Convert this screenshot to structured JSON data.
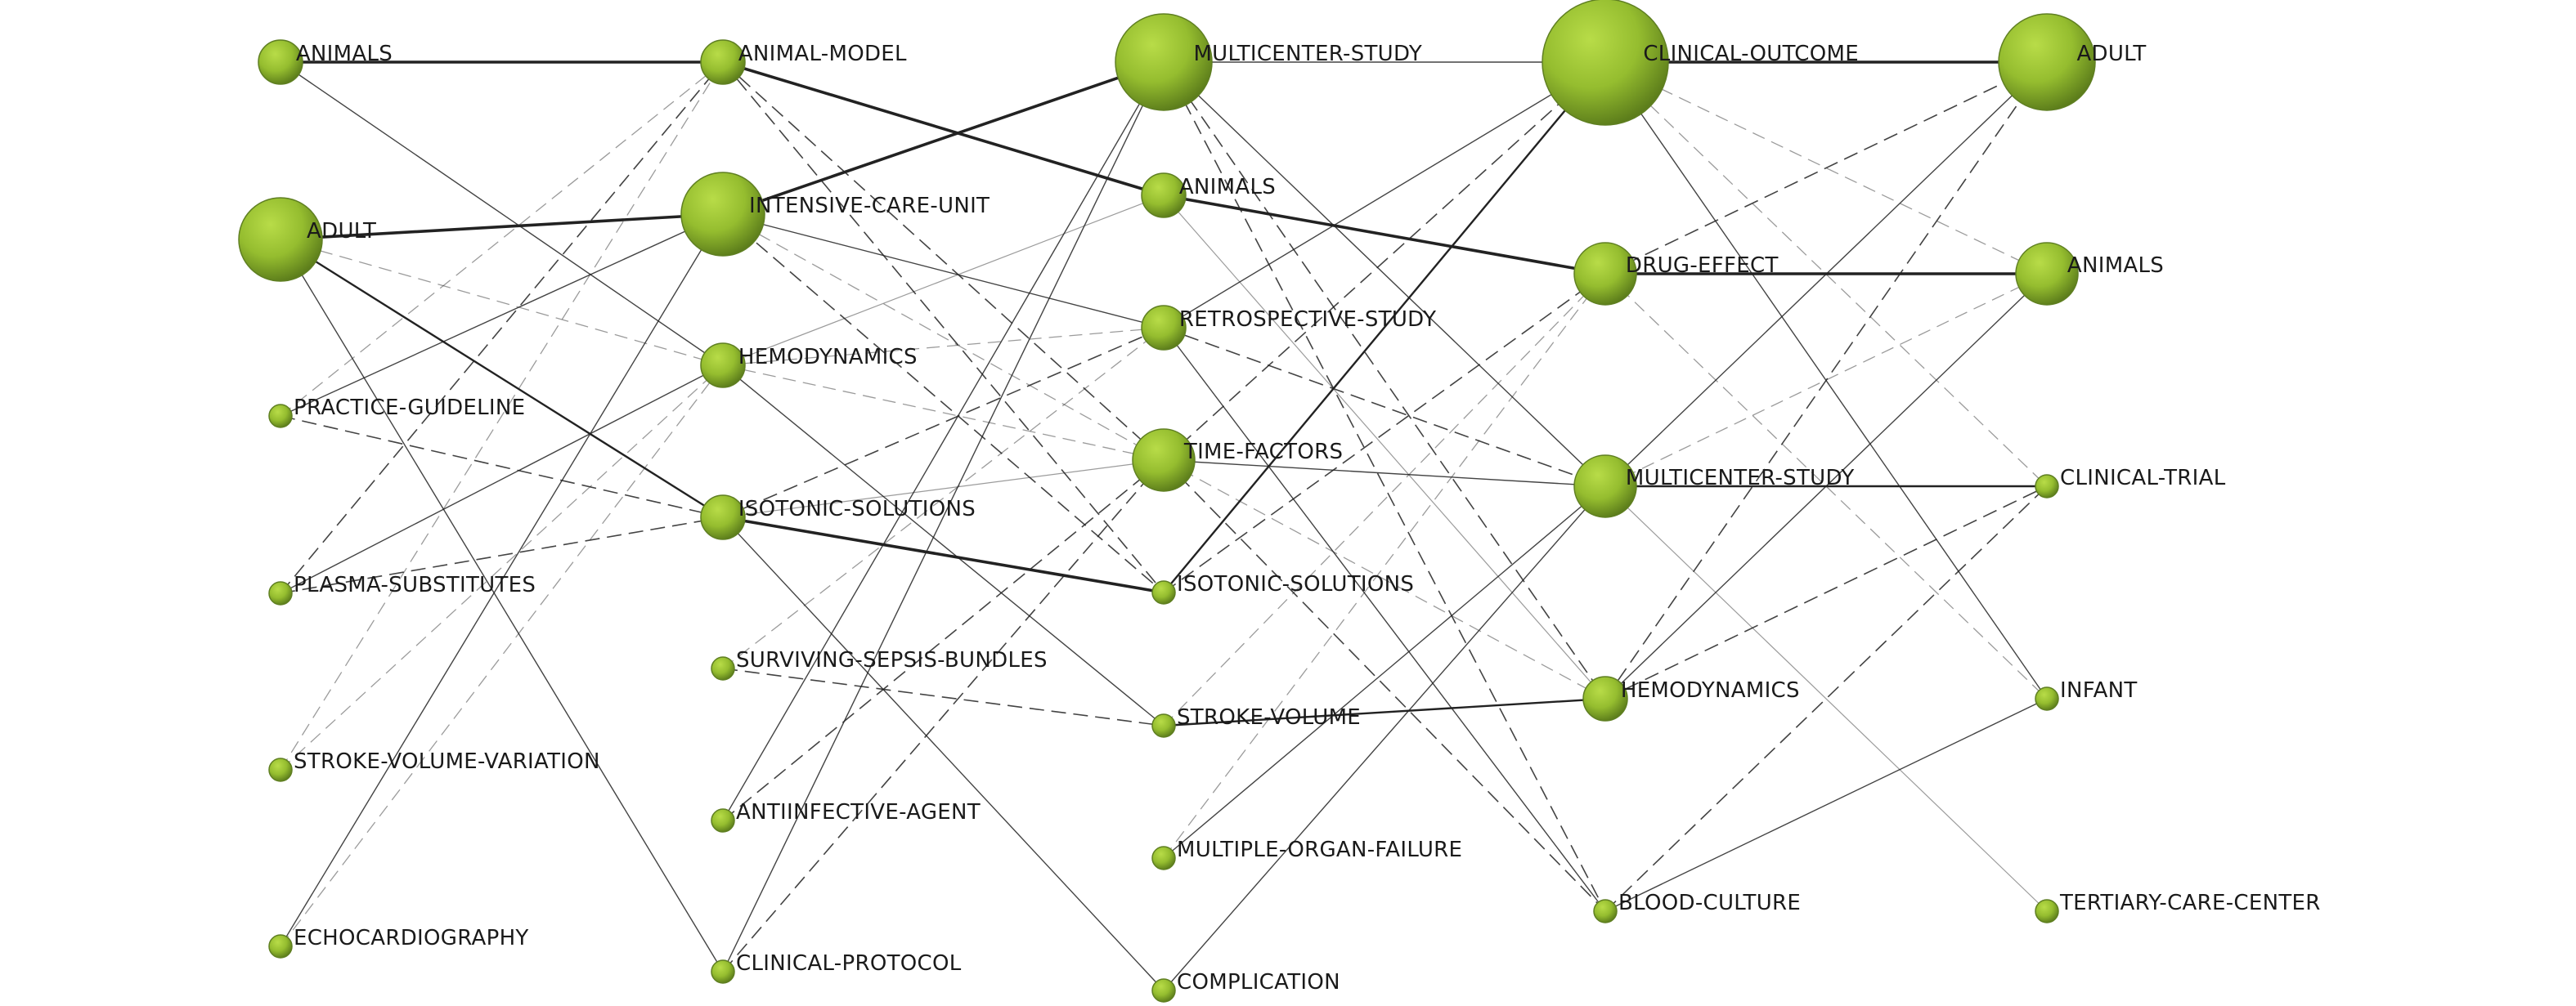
{
  "diagram": {
    "columns": [
      {
        "id": "c1",
        "nodes": [
          {
            "id": "c1-animals",
            "label": "ANIMALS",
            "size": "m"
          },
          {
            "id": "c1-adult",
            "label": "ADULT",
            "size": "l"
          },
          {
            "id": "c1-practice-guideline",
            "label": "PRACTICE-GUIDELINE",
            "size": "s"
          },
          {
            "id": "c1-plasma-substitutes",
            "label": "PLASMA-SUBSTITUTES",
            "size": "s"
          },
          {
            "id": "c1-stroke-volume-variation",
            "label": "STROKE-VOLUME-VARIATION",
            "size": "s"
          },
          {
            "id": "c1-echocardiography",
            "label": "ECHOCARDIOGRAPHY",
            "size": "s"
          }
        ]
      },
      {
        "id": "c2",
        "nodes": [
          {
            "id": "c2-animal-model",
            "label": "ANIMAL-MODEL",
            "size": "m"
          },
          {
            "id": "c2-intensive-care-unit",
            "label": "INTENSIVE-CARE-UNIT",
            "size": "l"
          },
          {
            "id": "c2-hemodynamics",
            "label": "HEMODYNAMICS",
            "size": "m"
          },
          {
            "id": "c2-isotonic-solutions",
            "label": "ISOTONIC-SOLUTIONS",
            "size": "m"
          },
          {
            "id": "c2-surviving-sepsis-bundles",
            "label": "SURVIVING-SEPSIS-BUNDLES",
            "size": "s"
          },
          {
            "id": "c2-antiinfective-agent",
            "label": "ANTIINFECTIVE-AGENT",
            "size": "s"
          },
          {
            "id": "c2-clinical-protocol",
            "label": "CLINICAL-PROTOCOL",
            "size": "s"
          }
        ]
      },
      {
        "id": "c3",
        "nodes": [
          {
            "id": "c3-multicenter-study",
            "label": "MULTICENTER-STUDY",
            "size": "xl"
          },
          {
            "id": "c3-animals",
            "label": "ANIMALS",
            "size": "m"
          },
          {
            "id": "c3-retrospective-study",
            "label": "RETROSPECTIVE-STUDY",
            "size": "m"
          },
          {
            "id": "c3-time-factors",
            "label": "TIME-FACTORS",
            "size": "ml"
          },
          {
            "id": "c3-isotonic-solutions",
            "label": "ISOTONIC-SOLUTIONS",
            "size": "s"
          },
          {
            "id": "c3-stroke-volume",
            "label": "STROKE-VOLUME",
            "size": "s"
          },
          {
            "id": "c3-multiple-organ-failure",
            "label": "MULTIPLE-ORGAN-FAILURE",
            "size": "s"
          },
          {
            "id": "c3-complication",
            "label": "COMPLICATION",
            "size": "s"
          }
        ]
      },
      {
        "id": "c4",
        "nodes": [
          {
            "id": "c4-clinical-outcome",
            "label": "CLINICAL-OUTCOME",
            "size": "xxl"
          },
          {
            "id": "c4-drug-effect",
            "label": "DRUG-EFFECT",
            "size": "ml"
          },
          {
            "id": "c4-multicenter-study",
            "label": "MULTICENTER-STUDY",
            "size": "ml"
          },
          {
            "id": "c4-hemodynamics",
            "label": "HEMODYNAMICS",
            "size": "m"
          },
          {
            "id": "c4-blood-culture",
            "label": "BLOOD-CULTURE",
            "size": "s"
          }
        ]
      },
      {
        "id": "c5",
        "nodes": [
          {
            "id": "c5-adult",
            "label": "ADULT",
            "size": "xl"
          },
          {
            "id": "c5-animals",
            "label": "ANIMALS",
            "size": "ml"
          },
          {
            "id": "c5-clinical-trial",
            "label": "CLINICAL-TRIAL",
            "size": "s"
          },
          {
            "id": "c5-infant",
            "label": "INFANT",
            "size": "s"
          },
          {
            "id": "c5-tertiary-care-center",
            "label": "TERTIARY-CARE-CENTER",
            "size": "s"
          }
        ]
      }
    ],
    "edges": [
      {
        "from": "c1-animals",
        "to": "c2-animal-model",
        "weight": "bold"
      },
      {
        "from": "c1-animals",
        "to": "c2-hemodynamics",
        "weight": "thin"
      },
      {
        "from": "c1-adult",
        "to": "c2-intensive-care-unit",
        "weight": "bold"
      },
      {
        "from": "c1-adult",
        "to": "c2-isotonic-solutions",
        "weight": "medium"
      },
      {
        "from": "c1-adult",
        "to": "c2-hemodynamics",
        "weight": "dash-light"
      },
      {
        "from": "c1-adult",
        "to": "c2-clinical-protocol",
        "weight": "thin"
      },
      {
        "from": "c1-practice-guideline",
        "to": "c2-intensive-care-unit",
        "weight": "thin"
      },
      {
        "from": "c1-practice-guideline",
        "to": "c2-isotonic-solutions",
        "weight": "dash"
      },
      {
        "from": "c1-practice-guideline",
        "to": "c2-animal-model",
        "weight": "dash-light"
      },
      {
        "from": "c1-plasma-substitutes",
        "to": "c2-hemodynamics",
        "weight": "thin"
      },
      {
        "from": "c1-plasma-substitutes",
        "to": "c2-isotonic-solutions",
        "weight": "dash"
      },
      {
        "from": "c1-plasma-substitutes",
        "to": "c2-animal-model",
        "weight": "dash"
      },
      {
        "from": "c1-stroke-volume-variation",
        "to": "c2-hemodynamics",
        "weight": "dash-light"
      },
      {
        "from": "c1-stroke-volume-variation",
        "to": "c2-animal-model",
        "weight": "dash-light"
      },
      {
        "from": "c1-echocardiography",
        "to": "c2-intensive-care-unit",
        "weight": "thin"
      },
      {
        "from": "c1-echocardiography",
        "to": "c2-hemodynamics",
        "weight": "dash-light"
      },
      {
        "from": "c2-animal-model",
        "to": "c3-animals",
        "weight": "bold"
      },
      {
        "from": "c2-animal-model",
        "to": "c3-time-factors",
        "weight": "dash"
      },
      {
        "from": "c2-animal-model",
        "to": "c3-isotonic-solutions",
        "weight": "dash"
      },
      {
        "from": "c2-intensive-care-unit",
        "to": "c3-multicenter-study",
        "weight": "bold"
      },
      {
        "from": "c2-intensive-care-unit",
        "to": "c3-retrospective-study",
        "weight": "thin"
      },
      {
        "from": "c2-intensive-care-unit",
        "to": "c3-isotonic-solutions",
        "weight": "dash"
      },
      {
        "from": "c2-intensive-care-unit",
        "to": "c3-time-factors",
        "weight": "dash-light"
      },
      {
        "from": "c2-hemodynamics",
        "to": "c3-animals",
        "weight": "thin-light"
      },
      {
        "from": "c2-hemodynamics",
        "to": "c3-stroke-volume",
        "weight": "thin"
      },
      {
        "from": "c2-hemodynamics",
        "to": "c3-time-factors",
        "weight": "dash-light"
      },
      {
        "from": "c2-hemodynamics",
        "to": "c3-retrospective-study",
        "weight": "dash-light"
      },
      {
        "from": "c2-isotonic-solutions",
        "to": "c3-isotonic-solutions",
        "weight": "bold"
      },
      {
        "from": "c2-isotonic-solutions",
        "to": "c3-complication",
        "weight": "thin"
      },
      {
        "from": "c2-isotonic-solutions",
        "to": "c3-retrospective-study",
        "weight": "dash"
      },
      {
        "from": "c2-isotonic-solutions",
        "to": "c3-time-factors",
        "weight": "thin-light"
      },
      {
        "from": "c2-surviving-sepsis-bundles",
        "to": "c3-stroke-volume",
        "weight": "dash"
      },
      {
        "from": "c2-surviving-sepsis-bundles",
        "to": "c3-retrospective-study",
        "weight": "dash-light"
      },
      {
        "from": "c2-antiinfective-agent",
        "to": "c3-multicenter-study",
        "weight": "thin"
      },
      {
        "from": "c2-antiinfective-agent",
        "to": "c3-time-factors",
        "weight": "dash"
      },
      {
        "from": "c2-clinical-protocol",
        "to": "c3-multicenter-study",
        "weight": "thin"
      },
      {
        "from": "c2-clinical-protocol",
        "to": "c3-time-factors",
        "weight": "dash"
      },
      {
        "from": "c3-multicenter-study",
        "to": "c4-clinical-outcome",
        "weight": "thin"
      },
      {
        "from": "c3-multicenter-study",
        "to": "c4-hemodynamics",
        "weight": "dash"
      },
      {
        "from": "c3-multicenter-study",
        "to": "c4-multicenter-study",
        "weight": "thin"
      },
      {
        "from": "c3-multicenter-study",
        "to": "c4-blood-culture",
        "weight": "dash"
      },
      {
        "from": "c3-animals",
        "to": "c4-drug-effect",
        "weight": "bold"
      },
      {
        "from": "c3-animals",
        "to": "c4-hemodynamics",
        "weight": "thin-light"
      },
      {
        "from": "c3-retrospective-study",
        "to": "c4-clinical-outcome",
        "weight": "thin"
      },
      {
        "from": "c3-retrospective-study",
        "to": "c4-multicenter-study",
        "weight": "dash"
      },
      {
        "from": "c3-retrospective-study",
        "to": "c4-blood-culture",
        "weight": "thin"
      },
      {
        "from": "c3-time-factors",
        "to": "c4-clinical-outcome",
        "weight": "dash"
      },
      {
        "from": "c3-time-factors",
        "to": "c4-multicenter-study",
        "weight": "thin"
      },
      {
        "from": "c3-time-factors",
        "to": "c4-hemodynamics",
        "weight": "dash-light"
      },
      {
        "from": "c3-time-factors",
        "to": "c4-blood-culture",
        "weight": "dash"
      },
      {
        "from": "c3-isotonic-solutions",
        "to": "c4-clinical-outcome",
        "weight": "medium"
      },
      {
        "from": "c3-isotonic-solutions",
        "to": "c4-drug-effect",
        "weight": "dash"
      },
      {
        "from": "c3-stroke-volume",
        "to": "c4-hemodynamics",
        "weight": "medium"
      },
      {
        "from": "c3-stroke-volume",
        "to": "c4-drug-effect",
        "weight": "dash-light"
      },
      {
        "from": "c3-multiple-organ-failure",
        "to": "c4-multicenter-study",
        "weight": "thin"
      },
      {
        "from": "c3-multiple-organ-failure",
        "to": "c4-drug-effect",
        "weight": "dash-light"
      },
      {
        "from": "c3-complication",
        "to": "c4-multicenter-study",
        "weight": "thin"
      },
      {
        "from": "c4-clinical-outcome",
        "to": "c5-adult",
        "weight": "bold"
      },
      {
        "from": "c4-clinical-outcome",
        "to": "c5-infant",
        "weight": "thin"
      },
      {
        "from": "c4-clinical-outcome",
        "to": "c5-animals",
        "weight": "dash-light"
      },
      {
        "from": "c4-clinical-outcome",
        "to": "c5-clinical-trial",
        "weight": "dash-light"
      },
      {
        "from": "c4-drug-effect",
        "to": "c5-animals",
        "weight": "bold"
      },
      {
        "from": "c4-drug-effect",
        "to": "c5-adult",
        "weight": "dash"
      },
      {
        "from": "c4-drug-effect",
        "to": "c5-infant",
        "weight": "dash-light"
      },
      {
        "from": "c4-multicenter-study",
        "to": "c5-clinical-trial",
        "weight": "medium"
      },
      {
        "from": "c4-multicenter-study",
        "to": "c5-adult",
        "weight": "thin"
      },
      {
        "from": "c4-multicenter-study",
        "to": "c5-tertiary-care-center",
        "weight": "thin-light"
      },
      {
        "from": "c4-multicenter-study",
        "to": "c5-animals",
        "weight": "dash-light"
      },
      {
        "from": "c4-hemodynamics",
        "to": "c5-animals",
        "weight": "thin"
      },
      {
        "from": "c4-hemodynamics",
        "to": "c5-adult",
        "weight": "dash"
      },
      {
        "from": "c4-hemodynamics",
        "to": "c5-clinical-trial",
        "weight": "dash"
      },
      {
        "from": "c4-blood-culture",
        "to": "c5-infant",
        "weight": "thin"
      },
      {
        "from": "c4-blood-culture",
        "to": "c5-clinical-trial",
        "weight": "dash"
      }
    ],
    "colors": {
      "node_fill_light": "#a6cc3a",
      "node_fill_mid": "#8cb52b",
      "node_fill_dark": "#56751a",
      "node_stroke": "#5f7f22",
      "edge": "#222222",
      "label": "#1a1a1a"
    }
  }
}
